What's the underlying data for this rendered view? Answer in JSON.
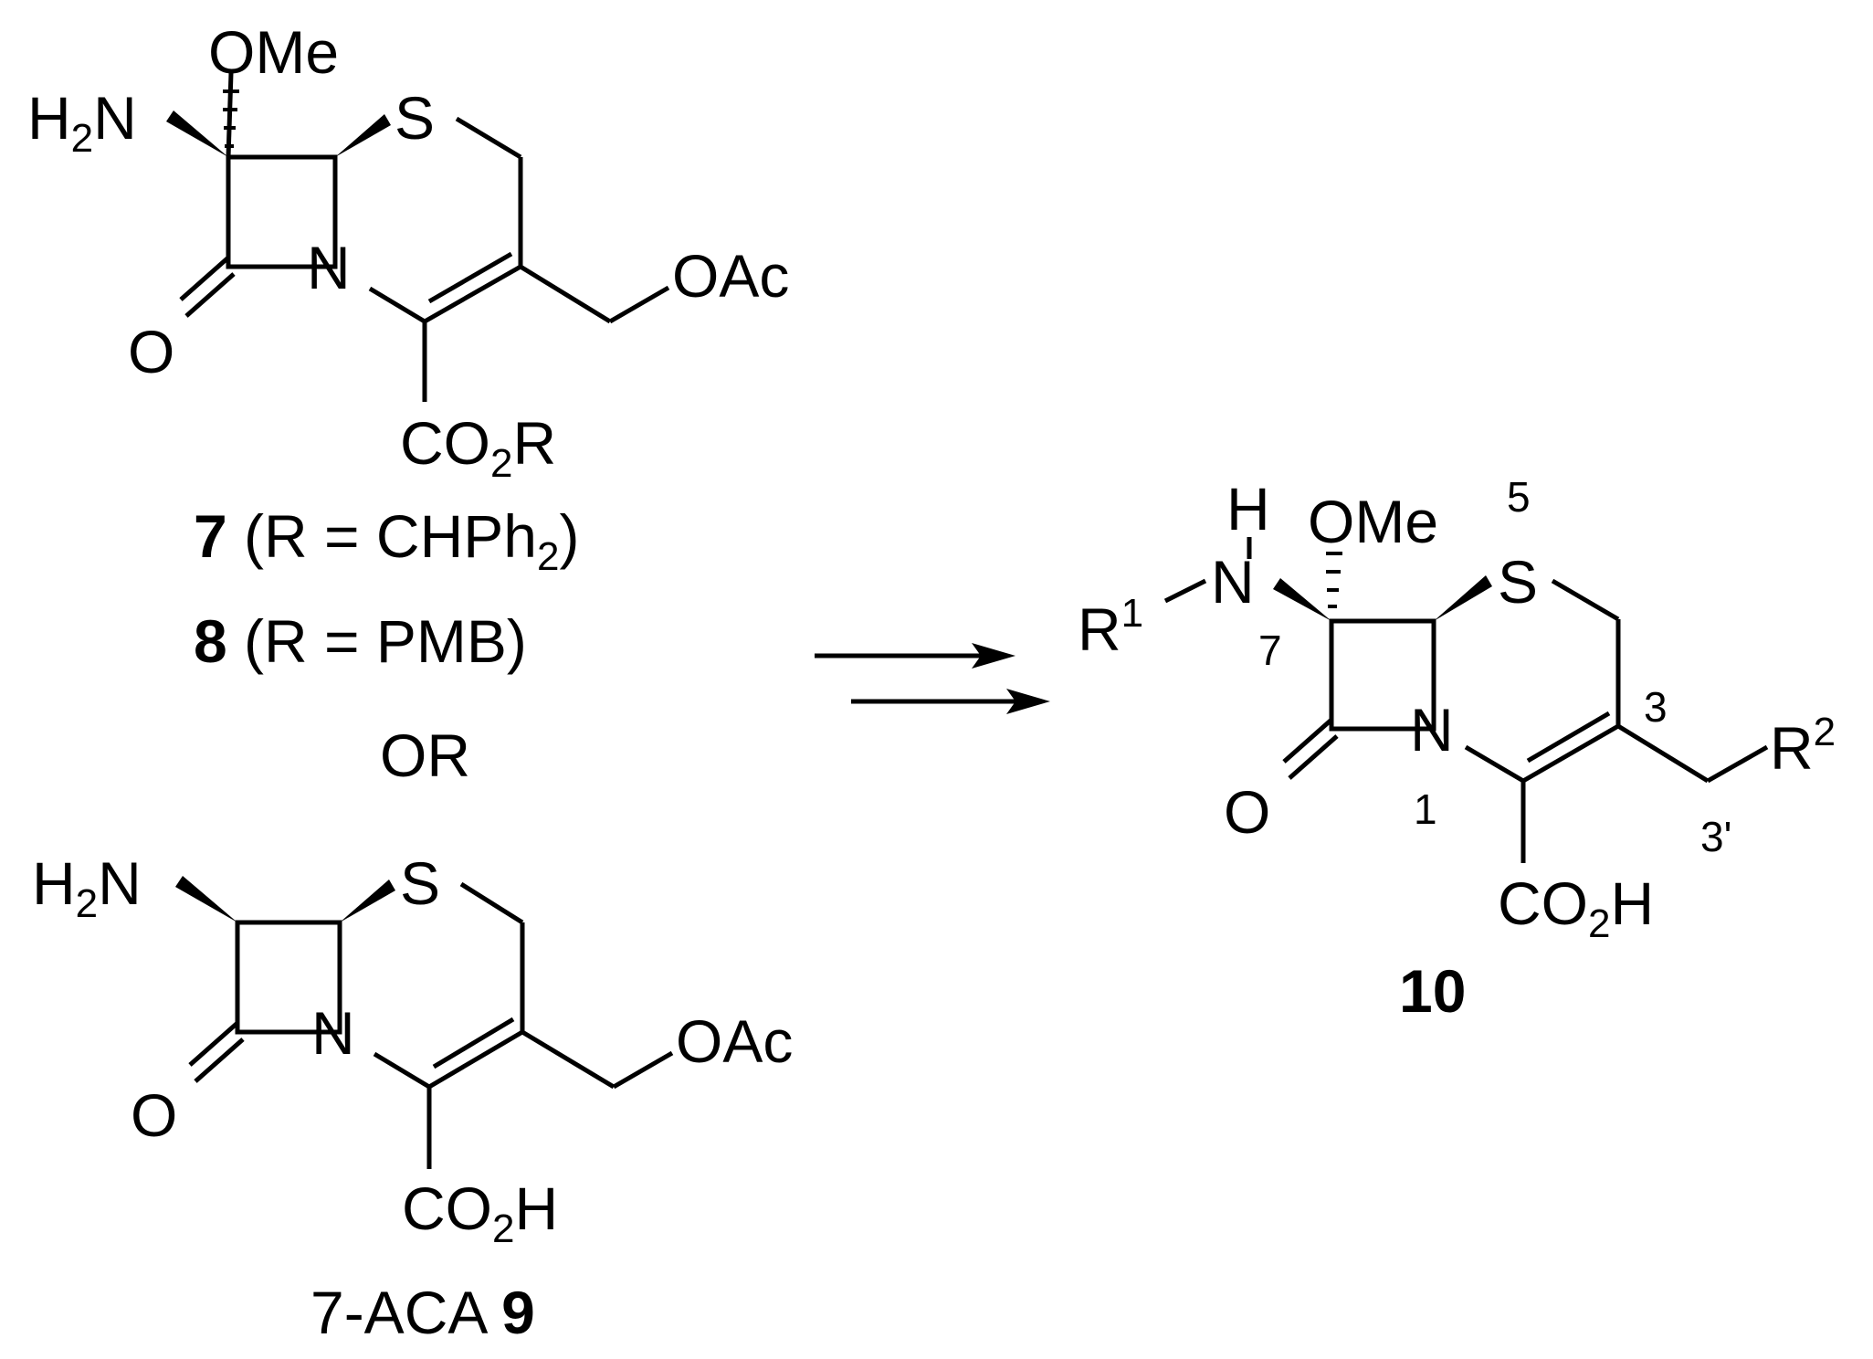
{
  "compound_7_8": {
    "atoms": {
      "h2n_h": "H",
      "h2n_2": "2",
      "h2n_n": "N",
      "ome": "OMe",
      "s": "S",
      "n": "N",
      "o": "O",
      "oac": "OAc",
      "co2r_co": "CO",
      "co2r_2": "2",
      "co2r_r": "R"
    },
    "caption_7_num": "7",
    "caption_7_pre": " (R = CHPh",
    "caption_7_sub": "2",
    "caption_7_post": ")",
    "caption_8_num": "8",
    "caption_8_text": " (R = PMB)"
  },
  "or_label": "OR",
  "compound_9": {
    "atoms": {
      "h2n_h": "H",
      "h2n_2": "2",
      "h2n_n": "N",
      "s": "S",
      "n": "N",
      "o": "O",
      "oac": "OAc",
      "co2h_co": "CO",
      "co2h_2": "2",
      "co2h_h": "H"
    },
    "caption_text": "7-ACA ",
    "caption_num": "9"
  },
  "compound_10": {
    "atoms": {
      "h": "H",
      "n_amine": "N",
      "r1_r": "R",
      "r1_sup": "1",
      "ome": "OMe",
      "s": "S",
      "n": "N",
      "o": "O",
      "r2_r": "R",
      "r2_sup": "2",
      "co2h_co": "CO",
      "co2h_2": "2",
      "co2h_h": "H"
    },
    "locants": {
      "l5": "5",
      "l7": "7",
      "l3": "3",
      "l1": "1",
      "l3p": "3'"
    },
    "caption_num": "10"
  }
}
